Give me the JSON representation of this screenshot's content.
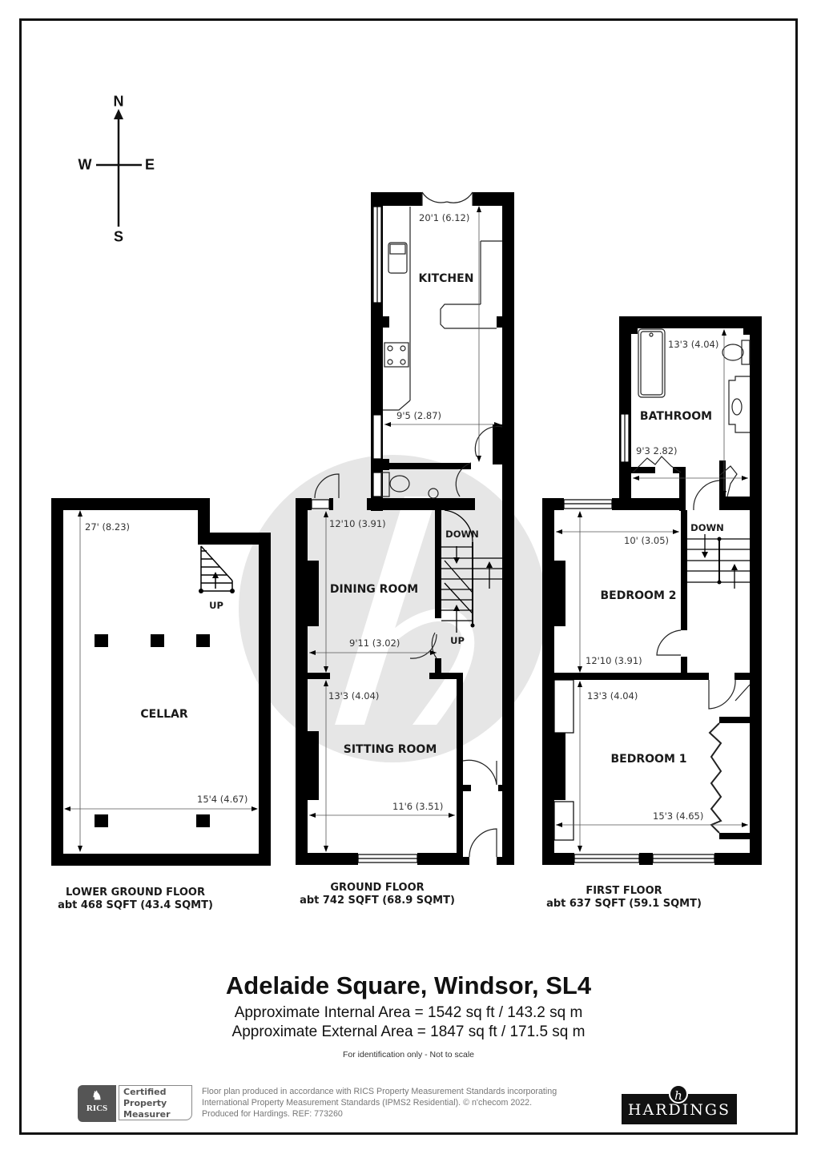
{
  "compass": {
    "north": "N",
    "south": "S",
    "east": "E",
    "west": "W"
  },
  "floors": [
    {
      "id": "lower_ground",
      "name": "LOWER GROUND FLOOR",
      "area": "abt 468 SQFT (43.4 SQMT)",
      "rooms": [
        {
          "name": "CELLAR",
          "dims": [
            "27' (8.23)",
            "15'4 (4.67)"
          ]
        }
      ],
      "stairs": [
        "UP"
      ]
    },
    {
      "id": "ground",
      "name": "GROUND FLOOR",
      "area": "abt 742 SQFT (68.9 SQMT)",
      "rooms": [
        {
          "name": "KITCHEN",
          "dims": [
            "20'1 (6.12)",
            "9'5 (2.87)"
          ]
        },
        {
          "name": "DINING ROOM",
          "dims": [
            "12'10 (3.91)",
            "9'11 (3.02)"
          ]
        },
        {
          "name": "SITTING ROOM",
          "dims": [
            "13'3 (4.04)",
            "11'6 (3.51)"
          ]
        }
      ],
      "stairs": [
        "DOWN",
        "UP"
      ]
    },
    {
      "id": "first",
      "name": "FIRST FLOOR",
      "area": "abt 637 SQFT (59.1 SQMT)",
      "rooms": [
        {
          "name": "BATHROOM",
          "dims": [
            "13'3 (4.04)",
            "9'3 2.82)"
          ]
        },
        {
          "name": "BEDROOM 2",
          "dims": [
            "10' (3.05)",
            "12'10 (3.91)"
          ]
        },
        {
          "name": "BEDROOM 1",
          "dims": [
            "13'3 (4.04)",
            "15'3 (4.65)"
          ]
        }
      ],
      "stairs": [
        "DOWN"
      ]
    }
  ],
  "title": {
    "address": "Adelaide Square, Windsor, SL4",
    "internal_area": "Approximate Internal Area = 1542 sq ft / 143.2 sq m",
    "external_area": "Approximate External Area = 1847 sq ft / 171.5 sq m",
    "note": "For identification only - Not to scale"
  },
  "footer": {
    "rics_badge": {
      "org": "RICS",
      "line1": "Certified",
      "line2": "Property",
      "line3": "Measurer"
    },
    "legal_lines": [
      "Floor plan produced in accordance with RICS Property Measurement Standards incorporating",
      "International Property Measurement Standards (IPMS2 Residential).   © n'checom 2022.",
      "Produced for Hardings.   REF:  773260"
    ],
    "brand": {
      "name": "HARDINGS",
      "monogram": "h"
    }
  },
  "colors": {
    "wall": "#000000",
    "watermark": "#e6e6e6",
    "text": "#1a1a1a",
    "dim_text": "#333333",
    "legal_text": "#777777"
  }
}
